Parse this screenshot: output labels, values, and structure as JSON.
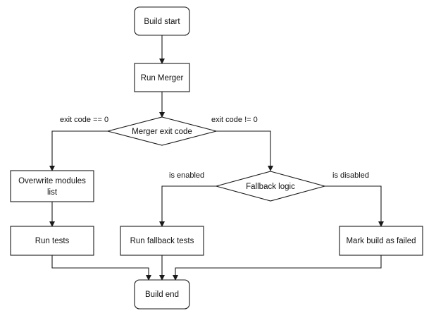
{
  "diagram": {
    "nodes": {
      "build_start": "Build start",
      "run_merger": "Run Merger",
      "merger_exit_code": "Merger exit code",
      "overwrite_modules_list_line1": "Overwrite modules",
      "overwrite_modules_list_line2": "list",
      "fallback_logic": "Fallback logic",
      "run_tests": "Run tests",
      "run_fallback_tests": "Run fallback tests",
      "mark_build_as_failed": "Mark build as failed",
      "build_end": "Build end"
    },
    "edge_labels": {
      "exit_zero": "exit code == 0",
      "exit_nonzero": "exit code != 0",
      "is_enabled": "is enabled",
      "is_disabled": "is disabled"
    }
  }
}
